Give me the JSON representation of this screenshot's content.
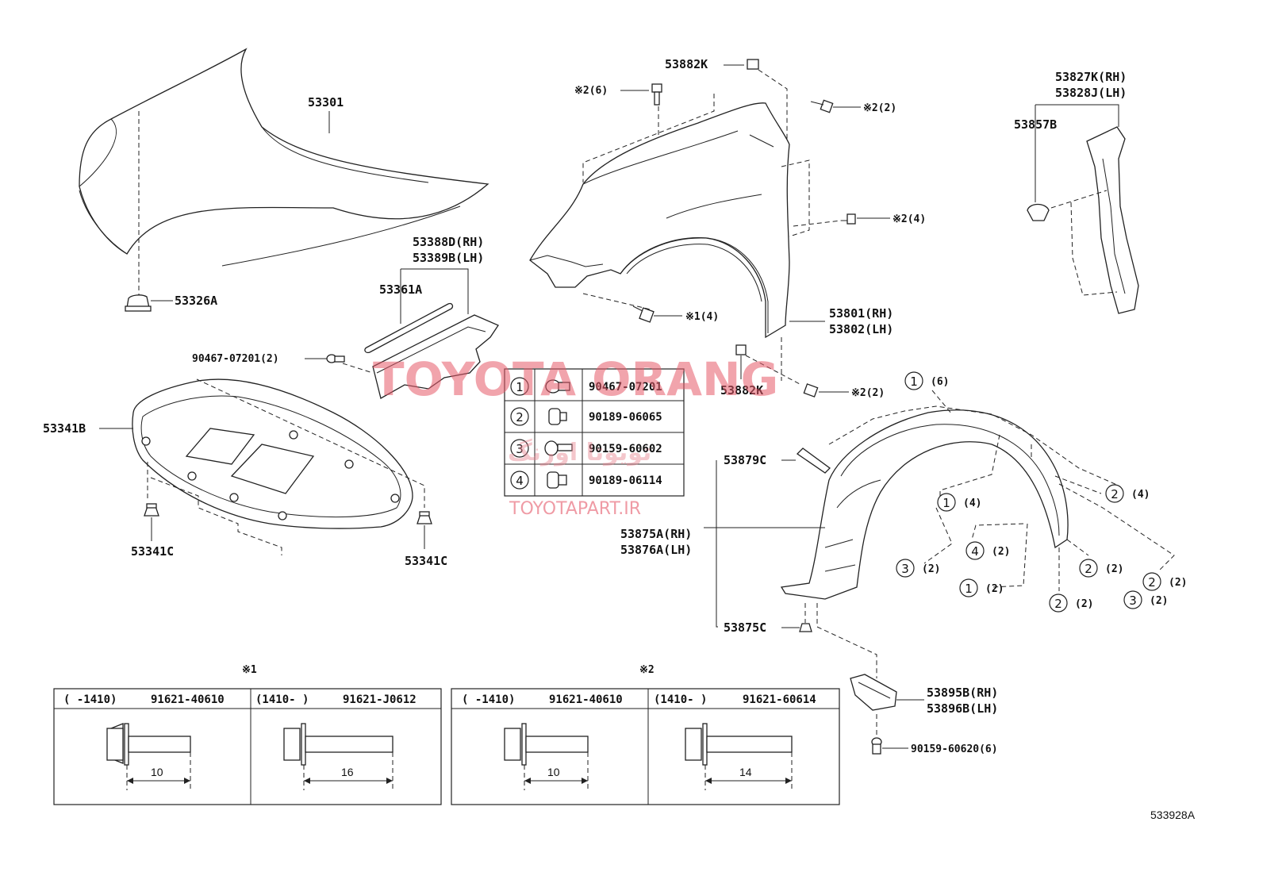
{
  "watermark": {
    "brand": "TOYOTA ORANG",
    "brand_fa": "تویوتا اورنگ",
    "url": "TOYOTAPART.IR"
  },
  "labels": {
    "hood": "53301",
    "hood_cushion": "53326A",
    "seal_rh": "53388D(RH)",
    "seal_lh": "53389B(LH)",
    "seal_strip": "53361A",
    "clip_ref": "90467-07201(2)",
    "insulator": "53341B",
    "clip_left": "53341C",
    "clip_right": "53341C",
    "fender_plate_top": "53882K",
    "fender_bolt_top": "※2(6)",
    "fender_bolt_right_top": "※2(2)",
    "fender_bolt_right_mid": "※2(4)",
    "fender_bolt_lower": "※1(4)",
    "fender_rh": "53801(RH)",
    "fender_lh": "53802(LH)",
    "fender_plate_bottom": "53882K",
    "fender_bolt_bottom": "※2(2)",
    "bracket_rh": "53827K(RH)",
    "bracket_lh": "53828J(LH)",
    "bracket_clip": "53857B",
    "liner_piece": "53879C",
    "liner_rh": "53875A(RH)",
    "liner_lh": "53876A(LH)",
    "liner_clip": "53875C",
    "guard_rh": "53895B(RH)",
    "guard_lh": "53896B(LH)",
    "guard_screw": "90159-60620(6)",
    "diagram_code": "533928A"
  },
  "fastener_legend": [
    {
      "num": "1",
      "part": "90467-07201"
    },
    {
      "num": "2",
      "part": "90189-06065"
    },
    {
      "num": "3",
      "part": "90159-60602"
    },
    {
      "num": "4",
      "part": "90189-06114"
    }
  ],
  "liner_callouts": [
    {
      "num": "1",
      "qty": "(6)"
    },
    {
      "num": "1",
      "qty": "(4)"
    },
    {
      "num": "2",
      "qty": "(4)"
    },
    {
      "num": "4",
      "qty": "(2)"
    },
    {
      "num": "3",
      "qty": "(2)"
    },
    {
      "num": "2",
      "qty": "(2)"
    },
    {
      "num": "1",
      "qty": "(2)"
    },
    {
      "num": "2",
      "qty": "(2)"
    },
    {
      "num": "2",
      "qty": "(2)"
    },
    {
      "num": "3",
      "qty": "(2)"
    }
  ],
  "bolt_tables": [
    {
      "mark": "※1",
      "cells": [
        {
          "range": "(    -1410)",
          "part": "91621-40610",
          "length": "10"
        },
        {
          "range": "(1410-    )",
          "part": "91621-J0612",
          "length": "16"
        }
      ]
    },
    {
      "mark": "※2",
      "cells": [
        {
          "range": "(    -1410)",
          "part": "91621-40610",
          "length": "10"
        },
        {
          "range": "(1410-    )",
          "part": "91621-60614",
          "length": "14"
        }
      ]
    }
  ]
}
